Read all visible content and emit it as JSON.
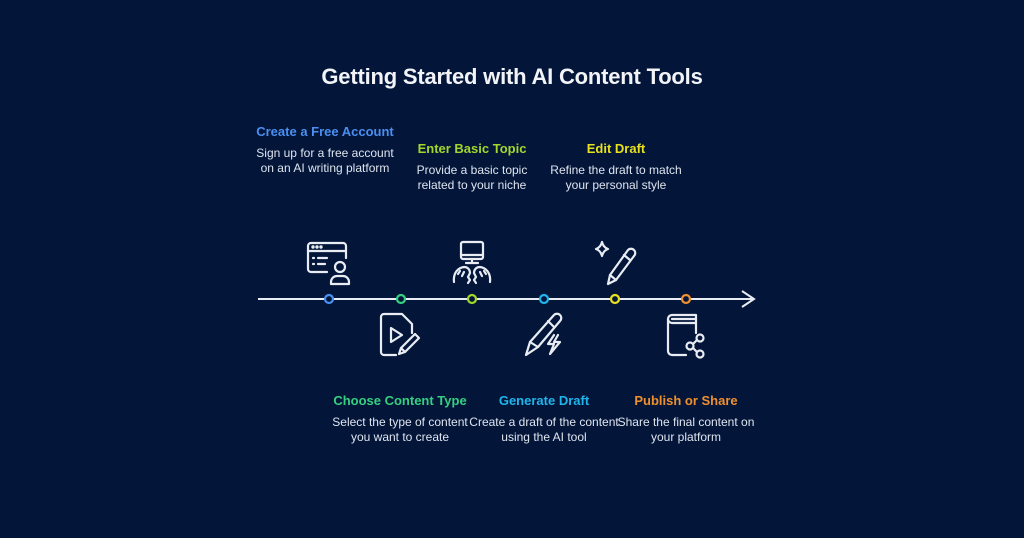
{
  "title": "Getting Started with AI Content Tools",
  "steps": [
    {
      "title": "Create a Free Account",
      "description": "Sign up for a free account on an AI writing platform",
      "color": "#4a8ff0",
      "icon": "browser-user-icon",
      "position": "top"
    },
    {
      "title": "Choose Content Type",
      "description": "Select the type of content you want to create",
      "color": "#35d07f",
      "icon": "document-play-pen-icon",
      "position": "bottom"
    },
    {
      "title": "Enter Basic Topic",
      "description": "Provide a basic topic related to your niche",
      "color": "#a3d62b",
      "icon": "computer-typing-hands-icon",
      "position": "top"
    },
    {
      "title": "Generate Draft",
      "description": "Create a draft of the content using the AI tool",
      "color": "#1fb5ec",
      "icon": "pencil-lightning-icon",
      "position": "bottom"
    },
    {
      "title": "Edit Draft",
      "description": "Refine the draft to match your personal style",
      "color": "#e8e11e",
      "icon": "sparkle-pencil-icon",
      "position": "top"
    },
    {
      "title": "Publish or Share",
      "description": "Share the final content on your platform",
      "color": "#ef8f2f",
      "icon": "book-share-icon",
      "position": "bottom"
    }
  ],
  "timeline": {
    "line_color": "#ffffff",
    "arrow": "right"
  }
}
